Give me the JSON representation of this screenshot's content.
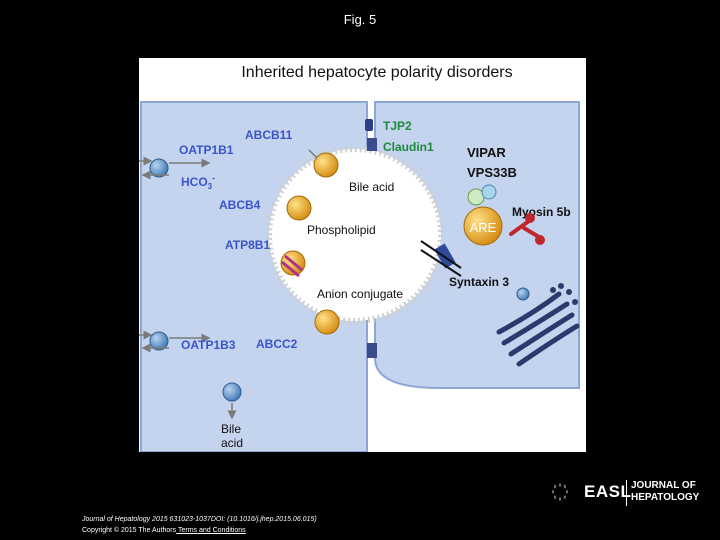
{
  "header": {
    "title": "Fig. 5"
  },
  "figure": {
    "title": "Inherited hepatocyte polarity disorders",
    "labels": {
      "tjp2": "TJP2",
      "claudin1": "Claudin1",
      "abcb11": "ABCB11",
      "oatp1b1": "OATP1B1",
      "hco3": "HCO",
      "hco3_sub": "3",
      "hco3_sup": "-",
      "abcb4": "ABCB4",
      "atp8b1": "ATP8B1",
      "oatp1b3": "OATP1B3",
      "abcc2": "ABCC2",
      "vipar": "VIPAR",
      "vps33b": "VPS33B",
      "myosin5b": "Myosin 5b",
      "are": "ARE",
      "syntaxin3": "Syntaxin 3",
      "bile_acid_inner": "Bile acid",
      "phospholipid": "Phospholipid",
      "anion_conjugate": "Anion conjugate",
      "bile_acid_outer_1": "Bile",
      "bile_acid_outer_2": "acid"
    },
    "colors": {
      "cell": "#c4d3ee",
      "cell_border": "#8ea6d4",
      "transporter": "#f0b02a",
      "label_blue": "#3a55c8",
      "label_green": "#1f8a3c",
      "label_black": "#111111"
    }
  },
  "footer": {
    "citation": "Journal of Hepatology 2015 631023-1037DOI: (10.1016/j.jhep.2015.06.015)",
    "copyright": "Copyright © 2015 The Authors",
    "link": " Terms and Conditions"
  },
  "logo": {
    "badge": "꙰",
    "name": "EASL",
    "journal_line1": "JOURNAL OF",
    "journal_line2": "HEPATOLOGY"
  }
}
